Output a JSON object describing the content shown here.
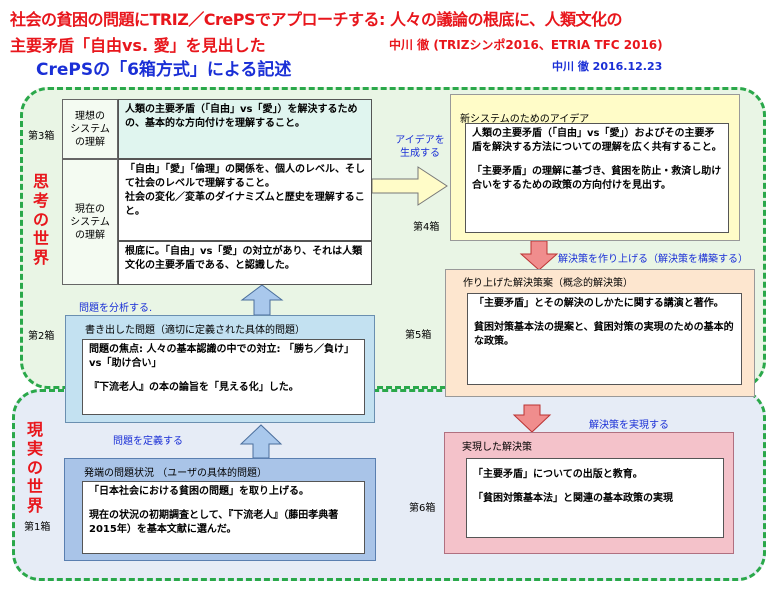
{
  "header": {
    "title_line1": "社会の貧困の問題にTRIZ／CrePSでアプローチする: 人々の議論の根底に、人類文化の",
    "title_line2": "主要矛盾「自由vs. 愛」を見出した",
    "title_line3": "CrePSの「6箱方式」による記述",
    "author_line1": "中川 徹 (TRIZシンポ2016、ETRIA TFC 2016)",
    "author_line2": "中川 徹 2016.12.23"
  },
  "regions": {
    "thinking": "思考の世界",
    "real": "現実の世界"
  },
  "box3": {
    "label": "第3箱",
    "ideal_label": "理想の\nシステム\nの理解",
    "ideal_text": "人類の主要矛盾（「自由」vs「愛」）を解決するための、基本的な方向付けを理解すること。",
    "current_label": "現在の\nシステム\nの理解",
    "current_text1": "「自由」「愛」「倫理」の関係を、個人のレベル、そして社会のレベルで理解すること。\n社会の変化／変革のダイナミズムと歴史を理解すること。",
    "current_text2": "根底に。「自由」vs「愛」の対立があり、それは人類文化の主要矛盾である、と認識した。"
  },
  "box4": {
    "label": "第4箱",
    "title": "新システムのためのアイデア",
    "text1": "人類の主要矛盾（「自由」vs「愛」）およびその主要矛盾を解決する方法についての理解を広く共有すること。",
    "text2": "「主要矛盾」の理解に基づき、貧困を防止・救済し助け合いをするための政策の方向付けを見出す。"
  },
  "box5": {
    "label": "第5箱",
    "title": "作り上げた解決策案（概念的解決策）",
    "text1": "「主要矛盾」とその解決のしかたに関する講演と著作。",
    "text2": "貧困対策基本法の提案と、貧困対策の実現のための基本的な政策。"
  },
  "box2": {
    "label": "第2箱",
    "title": "書き出した問題（適切に定義された具体的問題）",
    "text1": "問題の焦点: 人々の基本認識の中での対立: 「勝ち／負け」vs「助け合い」",
    "text2": "『下流老人』の本の論旨を「見える化」した。"
  },
  "box1": {
    "label": "第1箱",
    "title": "発端の問題状況 （ユーザの具体的問題）",
    "text1": "「日本社会における貧困の問題」を取り上げる。",
    "text2": "現在の状況の初期調査として、『下流老人』（藤田孝典著2015年）を基本文献に選んだ。"
  },
  "box6": {
    "label": "第6箱",
    "title": "実現した解決策",
    "text1": "「主要矛盾」についての出版と教育。",
    "text2": "「貧困対策基本法」と関連の基本政策の実現"
  },
  "arrows": {
    "generate_ideas": "アイデアを\n生成する",
    "build_solution": "解決策を作り上げる（解決策を構築する）",
    "analyze_problem": "問題を分析する.",
    "define_problem": "問題を定義する",
    "implement_solution": "解決策を実現する"
  },
  "colors": {
    "title_red": "#e8161c",
    "title_blue": "#1a2fd6",
    "thinking_bg": "#e9f5e5",
    "real_bg": "#e6ecf6",
    "border_green": "#2aa84a",
    "arrow_blue": "#a9c8ec",
    "arrow_pink": "#f08d8d",
    "arrow_yellow": "#fffcc8"
  }
}
